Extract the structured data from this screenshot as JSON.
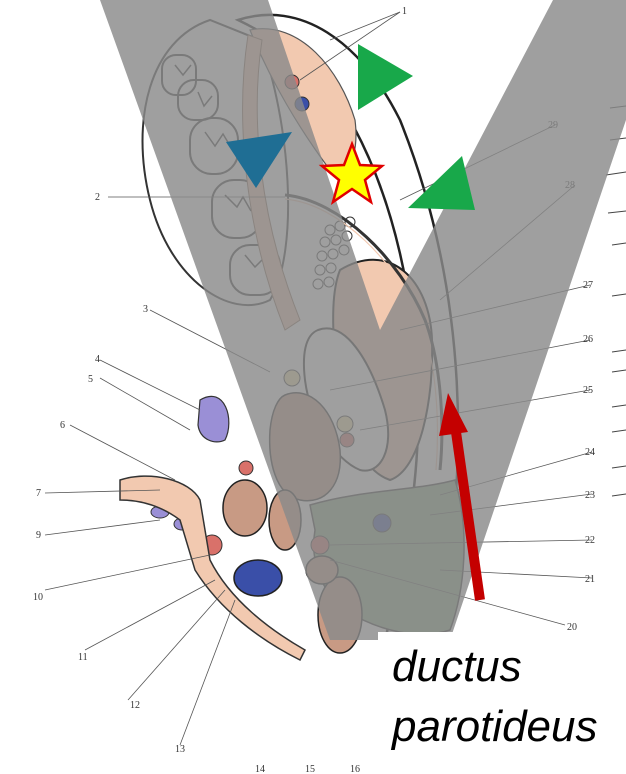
{
  "caption": {
    "line1": "ductus",
    "line2": "parotideus"
  },
  "labels": {
    "n1": "1",
    "n2": "2",
    "n3": "3",
    "n4": "4",
    "n5": "5",
    "n6": "6",
    "n7": "7",
    "n9": "9",
    "n10": "10",
    "n11": "11",
    "n12": "12",
    "n13": "13",
    "n14": "14",
    "n15": "15",
    "n16": "16",
    "n20": "20",
    "n21": "21",
    "n22": "22",
    "n23": "23",
    "n24": "24",
    "n25": "25",
    "n26": "26",
    "n27": "27",
    "n28": "28",
    "n29": "29"
  },
  "colors": {
    "overlay": "#8a8a8a",
    "tissue": "#f2c9b0",
    "muscle": "#c89a84",
    "gland": "#8daa87",
    "vein": "#3a4fa8",
    "artery": "#d9716a",
    "green_marker": "#18a84a",
    "blue_marker": "#1f6e94",
    "arrow": "#c40000",
    "star": "#ffff00"
  }
}
